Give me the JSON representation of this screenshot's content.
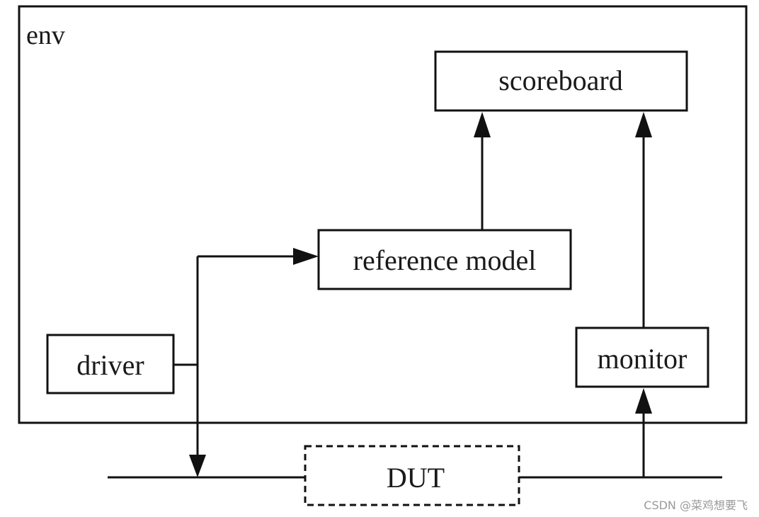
{
  "env": {
    "label": "env"
  },
  "components": {
    "scoreboard": "scoreboard",
    "reference_model": "reference model",
    "driver": "driver",
    "monitor": "monitor",
    "dut": "DUT"
  },
  "watermark": "CSDN @菜鸡想要飞"
}
